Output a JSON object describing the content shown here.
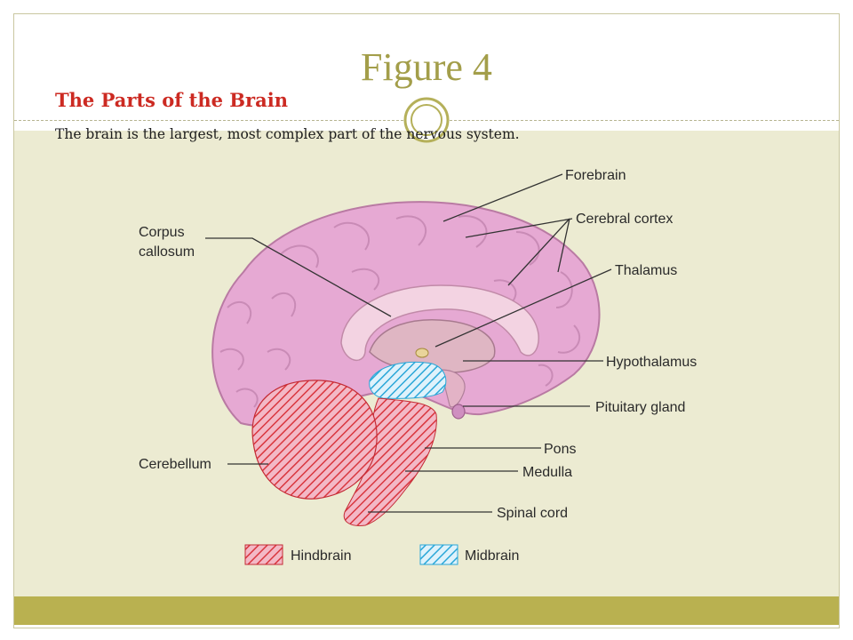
{
  "slide": {
    "title": "Figure 4",
    "subtitle": "The Parts of the Brain",
    "body": "The brain is the largest, most complex part of the nervous system."
  },
  "diagram": {
    "labels": {
      "forebrain": "Forebrain",
      "cerebral_cortex": "Cerebral cortex",
      "thalamus": "Thalamus",
      "hypothalamus": "Hypothalamus",
      "pituitary": "Pituitary gland",
      "pons": "Pons",
      "medulla": "Medulla",
      "spinal_cord": "Spinal cord",
      "corpus_line1": "Corpus",
      "corpus_line2": "callosum",
      "cerebellum": "Cerebellum"
    },
    "legend": {
      "hindbrain": "Hindbrain",
      "midbrain": "Midbrain"
    }
  },
  "colors": {
    "title": "#a39e4a",
    "subtitle": "#cc2a22",
    "content_bg": "#ecebd2",
    "footer_band": "#b9b150",
    "brain": "#e6a9d3",
    "hindbrain_hatch": "#d9363e",
    "midbrain_hatch": "#2aa7d8"
  }
}
